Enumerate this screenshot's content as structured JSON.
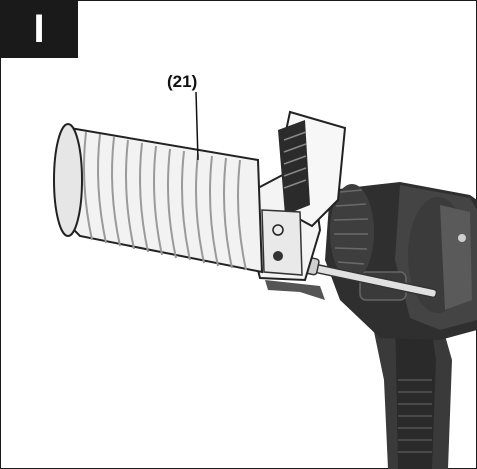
{
  "figure": {
    "badge_label": "I",
    "callout_label": "(21)"
  },
  "colors": {
    "frame": "#1a1a1a",
    "bellows_fill": "#f2f2f2",
    "bellows_line": "#9a9a9a",
    "dark_body": "#2a2a2a",
    "mid_body": "#555555"
  },
  "icons": {
    "bellows": "dust-extraction-bellows",
    "drill": "rotary-hammer-drill",
    "collar": "dust-collar-housing"
  }
}
